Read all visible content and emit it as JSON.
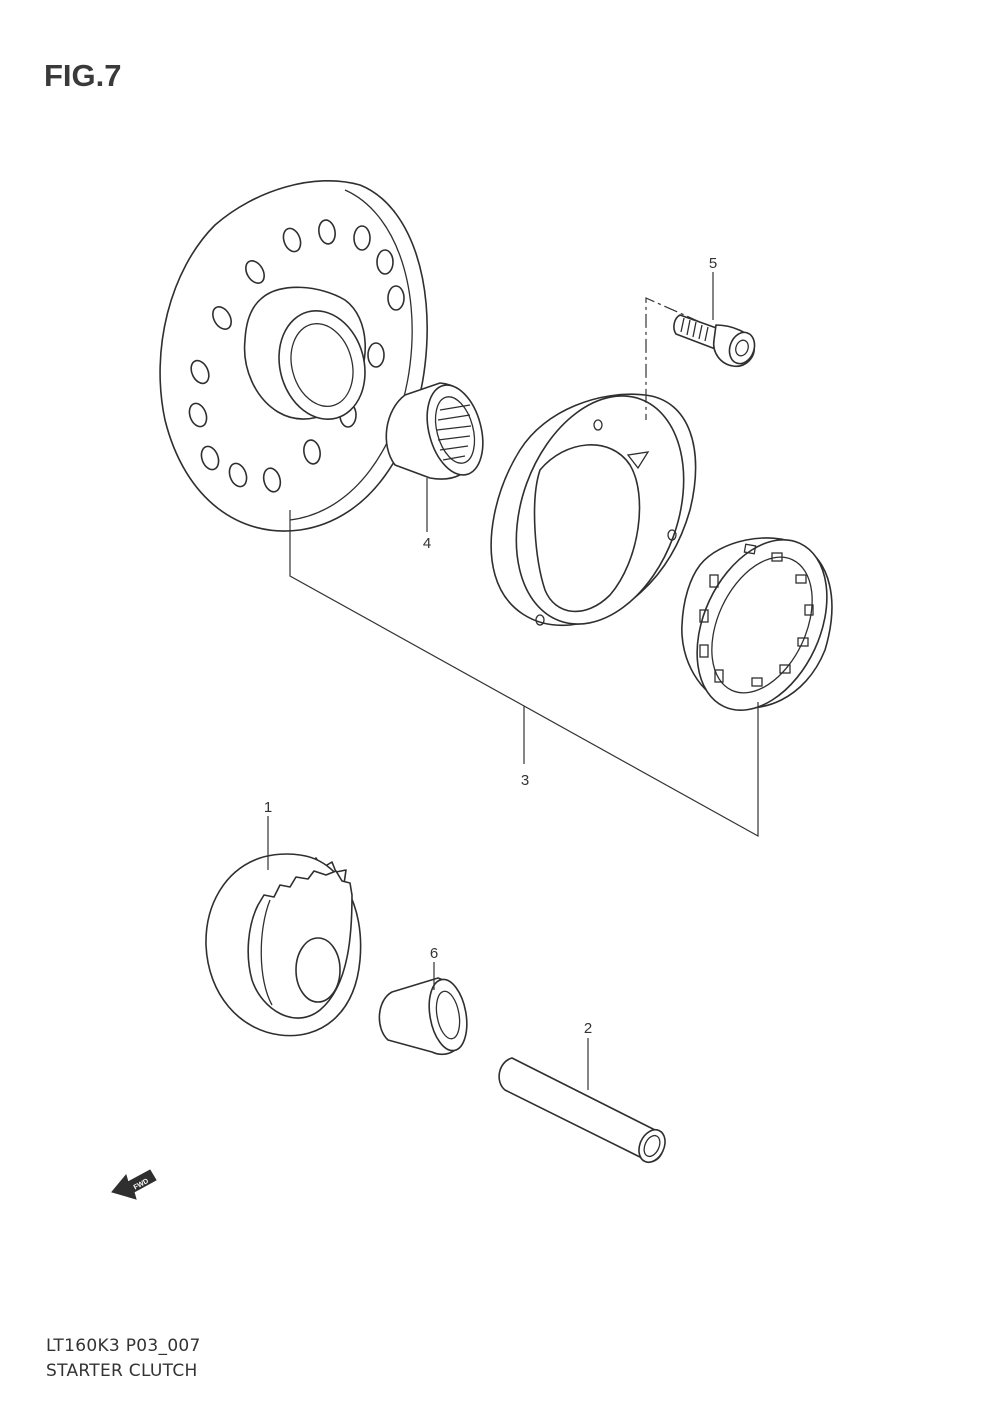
{
  "figure": {
    "title": "FIG.7",
    "model_code": "LT160K3 P03_007",
    "caption": "STARTER CLUTCH"
  },
  "callouts": [
    "1",
    "2",
    "3",
    "4",
    "5",
    "6"
  ],
  "fwd_badge": "FWD",
  "icons": {
    "fwd_arrow": "forward-direction-arrow-icon"
  }
}
